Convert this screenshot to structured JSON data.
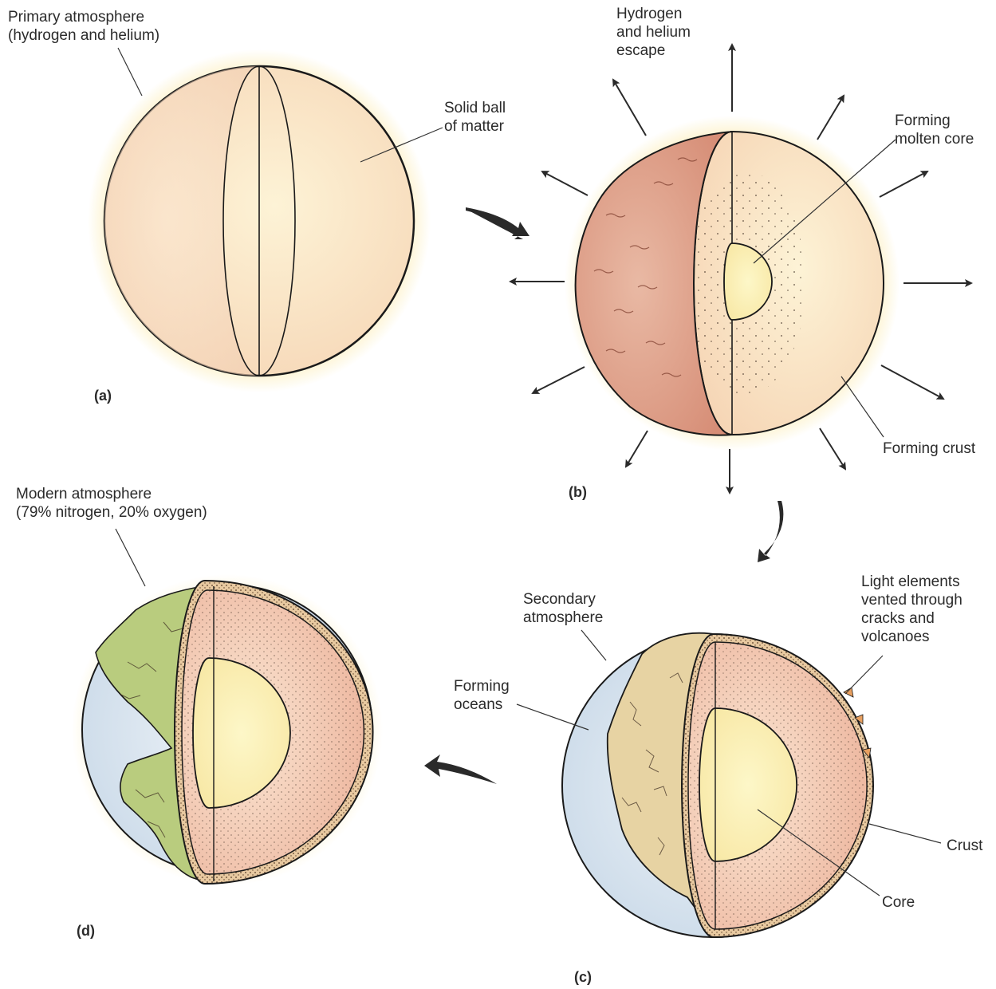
{
  "panels": {
    "a": {
      "letter": "(a)",
      "labels": {
        "primary_atmosphere": "Primary atmosphere\n(hydrogen and helium)",
        "solid_ball": "Solid ball\nof matter"
      }
    },
    "b": {
      "letter": "(b)",
      "labels": {
        "gas_escape": "Hydrogen\nand helium\nescape",
        "forming_core": "Forming\nmolten core",
        "forming_crust": "Forming crust"
      }
    },
    "c": {
      "letter": "(c)",
      "labels": {
        "secondary_atmosphere": "Secondary\natmosphere",
        "light_elements": "Light elements\nvented through\ncracks and\nvolcanoes",
        "forming_oceans": "Forming\noceans",
        "crust": "Crust",
        "core": "Core"
      }
    },
    "d": {
      "letter": "(d)",
      "labels": {
        "modern_atmosphere": "Modern atmosphere\n(79% nitrogen, 20% oxygen)"
      }
    }
  },
  "colors": {
    "glow": "#fbe9a8",
    "sphere_cream": "#fbe3c6",
    "crust_pink": "#e3a892",
    "mantle_peach": "#f3c9a8",
    "core_yellow": "#fcf3c0",
    "land_green": "#b9cc7e",
    "ocean_blue": "#d2e0ec",
    "land_tan": "#e7d3a3",
    "outline": "#1a1a1a",
    "arrow": "#2a2a2a"
  }
}
